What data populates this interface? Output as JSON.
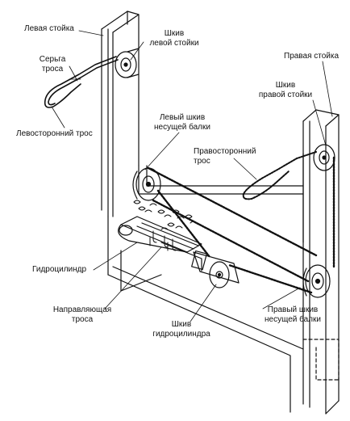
{
  "labels": {
    "left_post": "Левая стойка",
    "left_post_pulley_1": "Шкив",
    "left_post_pulley_2": "левой стойки",
    "cable_eye_1": "Серьга",
    "cable_eye_2": "троса",
    "left_cable": "Левосторонний трос",
    "right_post": "Правая стойка",
    "right_post_pulley_1": "Шкив",
    "right_post_pulley_2": "правой стойки",
    "left_beam_pulley_1": "Левый шкив",
    "left_beam_pulley_2": "несущей балки",
    "right_cable_1": "Правосторонний",
    "right_cable_2": "трос",
    "hydraulic_cylinder": "Гидроцилиндр",
    "cable_guide_1": "Направляющая",
    "cable_guide_2": "троса",
    "cylinder_pulley_1": "Шкив",
    "cylinder_pulley_2": "гидроцилиндра",
    "right_beam_pulley_1": "Правый шкив",
    "right_beam_pulley_2": "несущей балки"
  },
  "colors": {
    "line": "#111111",
    "background": "#ffffff"
  }
}
